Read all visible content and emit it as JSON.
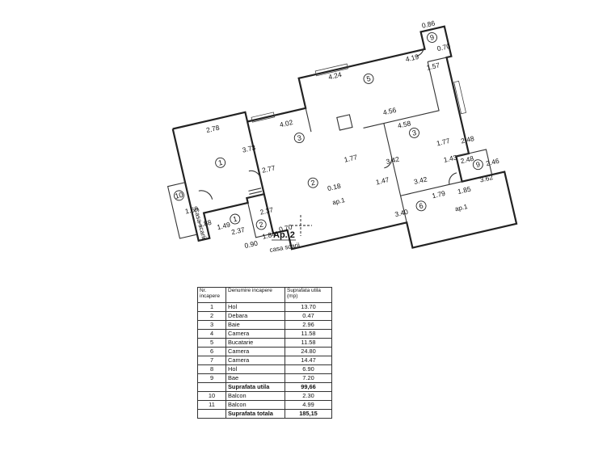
{
  "plan": {
    "apartment_label": "Ap. 2",
    "stair_label_small": "casa scarii",
    "stair_label_side": "Casa scarii",
    "room_numbers": [
      "1",
      "3",
      "5",
      "9",
      "10",
      "2",
      "3",
      "1",
      "2",
      "6",
      "9"
    ],
    "dimensions": [
      "2.78",
      "3.73",
      "4.02",
      "4.24",
      "4.19",
      "0.86",
      "0.70",
      "1.57",
      "2.77",
      "1.77",
      "4.56",
      "4.58",
      "2.48",
      "1.77",
      "1.43",
      "2.48",
      "2.46",
      "3.42",
      "3.62",
      "1.79",
      "1.85",
      "3.40",
      "1.47",
      "3.42",
      "0.18",
      "2.37",
      "2.37",
      "1.49",
      "1.69",
      "1.88",
      "0.70",
      "1.84",
      "0.90"
    ],
    "balcony_labels": [
      "ap.1",
      "ap.1"
    ]
  },
  "table": {
    "headers": [
      "Nr. incapere",
      "Denumire incapere",
      "Suprafata utila (mp)"
    ],
    "rows": [
      {
        "nr": "1",
        "name": "Hol",
        "area": "13.70",
        "bold": false
      },
      {
        "nr": "2",
        "name": "Debara",
        "area": "0.47",
        "bold": false
      },
      {
        "nr": "3",
        "name": "Baie",
        "area": "2.96",
        "bold": false
      },
      {
        "nr": "4",
        "name": "Camera",
        "area": "11.58",
        "bold": false
      },
      {
        "nr": "5",
        "name": "Bucatarie",
        "area": "11.58",
        "bold": false
      },
      {
        "nr": "6",
        "name": "Camera",
        "area": "24.80",
        "bold": false
      },
      {
        "nr": "7",
        "name": "Camera",
        "area": "14.47",
        "bold": false
      },
      {
        "nr": "8",
        "name": "Hol",
        "area": "6.90",
        "bold": false
      },
      {
        "nr": "9",
        "name": "Bae",
        "area": "7.20",
        "bold": false
      },
      {
        "nr": "",
        "name": "Suprafata utila",
        "area": "99,66",
        "bold": true
      },
      {
        "nr": "10",
        "name": "Balcon",
        "area": "2.30",
        "bold": false
      },
      {
        "nr": "11",
        "name": "Balcon",
        "area": "4.99",
        "bold": false
      },
      {
        "nr": "",
        "name": "Suprafata totala",
        "area": "185,15",
        "bold": true
      }
    ]
  }
}
